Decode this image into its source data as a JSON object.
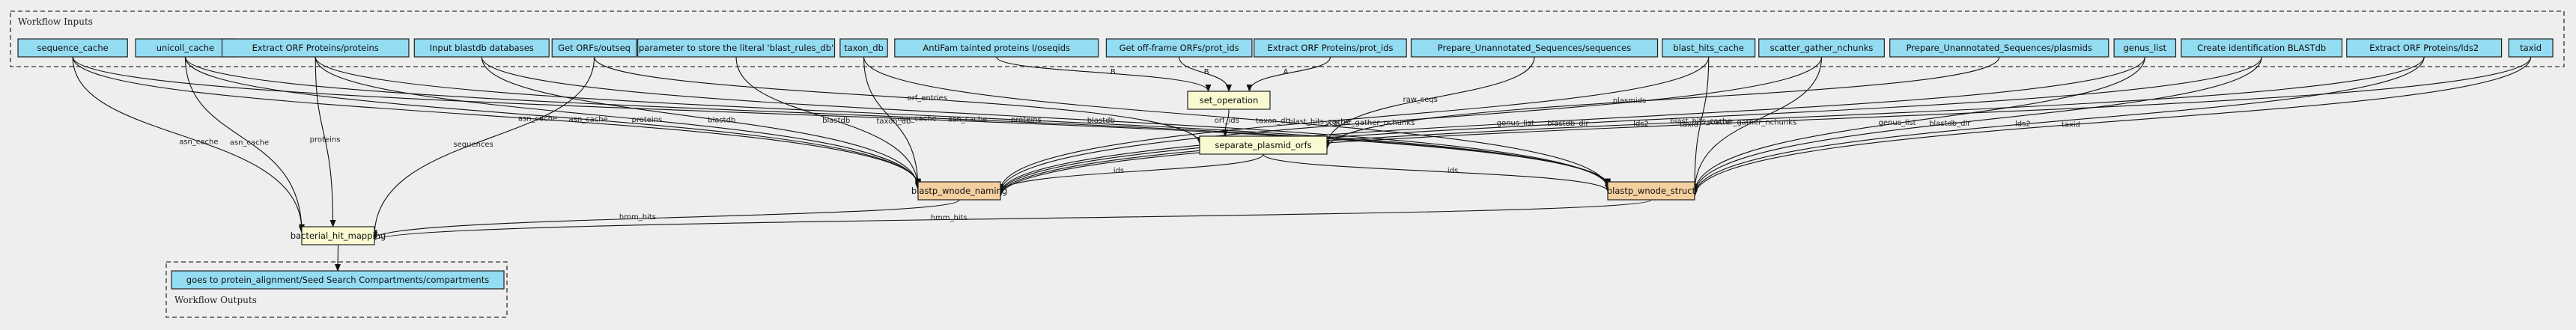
{
  "clusters": {
    "inputs_label": "Workflow Inputs",
    "outputs_label": "Workflow Outputs"
  },
  "inputs": [
    {
      "id": "sequence_cache",
      "label": "sequence_cache"
    },
    {
      "id": "unicoll_cache",
      "label": "unicoll_cache"
    },
    {
      "id": "eorf_proteins",
      "label": "Extract ORF Proteins/proteins"
    },
    {
      "id": "input_blastdb",
      "label": "Input blastdb databases"
    },
    {
      "id": "getorfs_outseq",
      "label": "Get ORFs/outseq"
    },
    {
      "id": "blast_rules_param",
      "label": "parameter to store the literal 'blast_rules_db'"
    },
    {
      "id": "taxon_db",
      "label": "taxon_db"
    },
    {
      "id": "antifam",
      "label": "AntiFam tainted proteins I/oseqids"
    },
    {
      "id": "offframe_prot_ids",
      "label": "Get off-frame ORFs/prot_ids"
    },
    {
      "id": "eorf_prot_ids",
      "label": "Extract ORF Proteins/prot_ids"
    },
    {
      "id": "prep_sequences",
      "label": "Prepare_Unannotated_Sequences/sequences"
    },
    {
      "id": "blast_hits_cache",
      "label": "blast_hits_cache"
    },
    {
      "id": "scatter_gather_nchunks",
      "label": "scatter_gather_nchunks"
    },
    {
      "id": "prep_plasmids",
      "label": "Prepare_Unannotated_Sequences/plasmids"
    },
    {
      "id": "genus_list",
      "label": "genus_list"
    },
    {
      "id": "create_blastdb",
      "label": "Create identification BLASTdb"
    },
    {
      "id": "eorf_lds2",
      "label": "Extract ORF Proteins/lds2"
    },
    {
      "id": "taxid",
      "label": "taxid"
    }
  ],
  "steps": [
    {
      "id": "set_operation",
      "label": "set_operation",
      "kind": "step"
    },
    {
      "id": "separate_plasmid_orfs",
      "label": "separate_plasmid_orfs",
      "kind": "step"
    },
    {
      "id": "blastp_wnode_naming",
      "label": "blastp_wnode_naming",
      "kind": "subwf"
    },
    {
      "id": "blastp_wnode_struct",
      "label": "blastp_wnode_struct",
      "kind": "subwf"
    },
    {
      "id": "bacterial_hit_mapping",
      "label": "bacterial_hit_mapping",
      "kind": "step"
    }
  ],
  "outputs": [
    {
      "id": "out_compartments",
      "label": "goes to protein_alignment/Seed Search Compartments/compartments"
    }
  ],
  "edges": [
    {
      "from": "antifam",
      "to": "set_operation",
      "label": "B"
    },
    {
      "from": "offframe_prot_ids",
      "to": "set_operation",
      "label": "B"
    },
    {
      "from": "eorf_prot_ids",
      "to": "set_operation",
      "label": "A"
    },
    {
      "from": "set_operation",
      "to": "separate_plasmid_orfs",
      "label": "orf_ids"
    },
    {
      "from": "getorfs_outseq",
      "to": "separate_plasmid_orfs",
      "label": "orf_entries"
    },
    {
      "from": "prep_sequences",
      "to": "separate_plasmid_orfs",
      "label": "raw_seqs"
    },
    {
      "from": "prep_plasmids",
      "to": "separate_plasmid_orfs",
      "label": "plasmids"
    },
    {
      "from": "sequence_cache",
      "to": "blastp_wnode_naming",
      "label": "asn_cache"
    },
    {
      "from": "unicoll_cache",
      "to": "blastp_wnode_naming",
      "label": "asn_cache"
    },
    {
      "from": "eorf_proteins",
      "to": "blastp_wnode_naming",
      "label": "proteins"
    },
    {
      "from": "input_blastdb",
      "to": "blastp_wnode_naming",
      "label": "blastdb"
    },
    {
      "from": "blast_rules_param",
      "to": "blastp_wnode_naming",
      "label": "blastdb"
    },
    {
      "from": "taxon_db",
      "to": "blastp_wnode_naming",
      "label": "taxon_db"
    },
    {
      "from": "blast_hits_cache",
      "to": "blastp_wnode_naming",
      "label": "blast_hits_cache"
    },
    {
      "from": "separate_plasmid_orfs",
      "to": "blastp_wnode_naming",
      "label": "ids"
    },
    {
      "from": "scatter_gather_nchunks",
      "to": "blastp_wnode_naming",
      "label": "scatter_gather_nchunks"
    },
    {
      "from": "genus_list",
      "to": "blastp_wnode_naming",
      "label": "genus_list"
    },
    {
      "from": "create_blastdb",
      "to": "blastp_wnode_naming",
      "label": "blastdb_dir"
    },
    {
      "from": "eorf_lds2",
      "to": "blastp_wnode_naming",
      "label": "lds2"
    },
    {
      "from": "taxid",
      "to": "blastp_wnode_naming",
      "label": "taxid"
    },
    {
      "from": "sequence_cache",
      "to": "blastp_wnode_struct",
      "label": "asn_cache"
    },
    {
      "from": "unicoll_cache",
      "to": "blastp_wnode_struct",
      "label": "asn_cache"
    },
    {
      "from": "eorf_proteins",
      "to": "blastp_wnode_struct",
      "label": "proteins"
    },
    {
      "from": "input_blastdb",
      "to": "blastp_wnode_struct",
      "label": "blastdb"
    },
    {
      "from": "taxon_db",
      "to": "blastp_wnode_struct",
      "label": "taxon_db"
    },
    {
      "from": "blast_hits_cache",
      "to": "blastp_wnode_struct",
      "label": "blast_hits_cache"
    },
    {
      "from": "separate_plasmid_orfs",
      "to": "blastp_wnode_struct",
      "label": "ids"
    },
    {
      "from": "scatter_gather_nchunks",
      "to": "blastp_wnode_struct",
      "label": "scatter_gather_nchunks"
    },
    {
      "from": "genus_list",
      "to": "blastp_wnode_struct",
      "label": "genus_list"
    },
    {
      "from": "create_blastdb",
      "to": "blastp_wnode_struct",
      "label": "blastdb_dir"
    },
    {
      "from": "eorf_lds2",
      "to": "blastp_wnode_struct",
      "label": "lds2"
    },
    {
      "from": "taxid",
      "to": "blastp_wnode_struct",
      "label": "taxid"
    },
    {
      "from": "sequence_cache",
      "to": "bacterial_hit_mapping",
      "label": "asn_cache"
    },
    {
      "from": "unicoll_cache",
      "to": "bacterial_hit_mapping",
      "label": "asn_cache"
    },
    {
      "from": "eorf_proteins",
      "to": "bacterial_hit_mapping",
      "label": "proteins"
    },
    {
      "from": "getorfs_outseq",
      "to": "bacterial_hit_mapping",
      "label": "sequences"
    },
    {
      "from": "blastp_wnode_naming",
      "to": "bacterial_hit_mapping",
      "label": "hmm_hits"
    },
    {
      "from": "blastp_wnode_struct",
      "to": "bacterial_hit_mapping",
      "label": "hmm_hits"
    },
    {
      "from": "bacterial_hit_mapping",
      "to": "out_compartments",
      "label": ""
    }
  ]
}
